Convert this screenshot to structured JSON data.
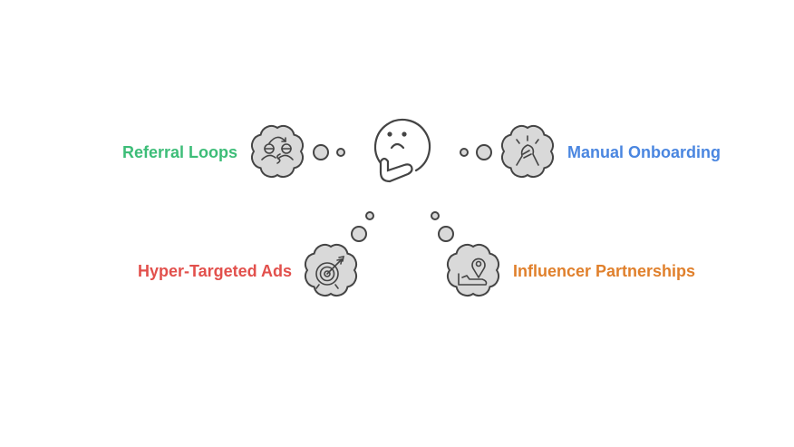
{
  "center": {
    "icon": "thinking-face-icon"
  },
  "items": [
    {
      "label": "Referral Loops",
      "color": "#3dbd78",
      "icon": "referral-exchange-icon"
    },
    {
      "label": "Manual Onboarding",
      "color": "#4a86e0",
      "icon": "handshake-icon"
    },
    {
      "label": "Hyper-Targeted Ads",
      "color": "#e2504c",
      "icon": "target-arrow-icon"
    },
    {
      "label": "Influencer Partnerships",
      "color": "#e0802c",
      "icon": "location-pin-hand-icon"
    }
  ]
}
